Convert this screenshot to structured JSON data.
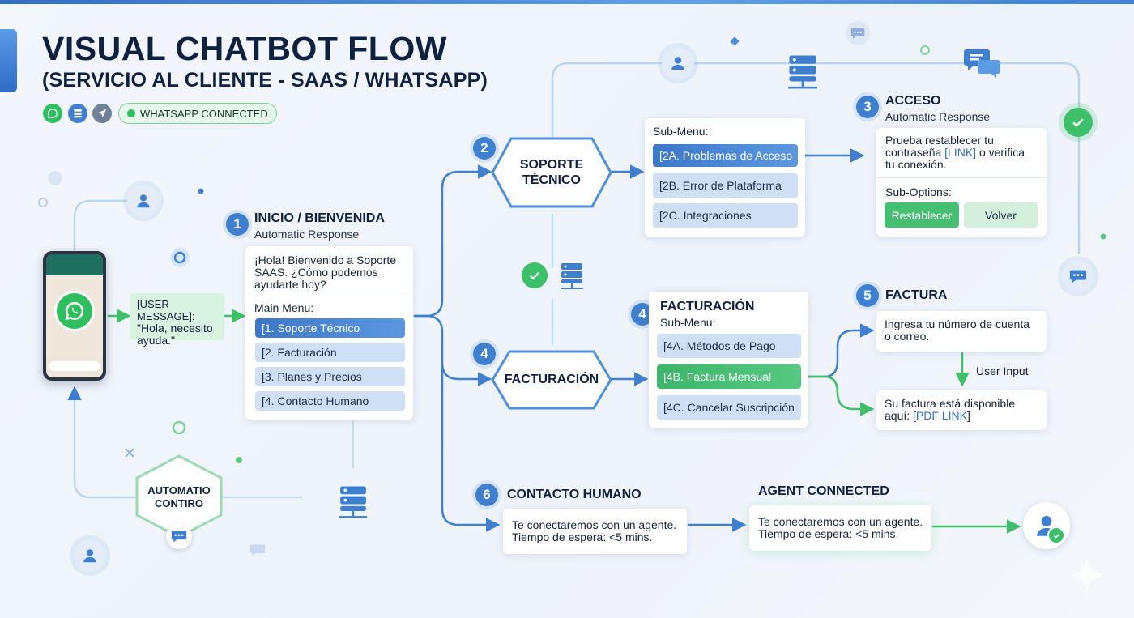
{
  "header": {
    "title": "VISUAL CHATBOT FLOW",
    "subtitle": "(SERVICIO AL CLIENTE - SAAS / WHATSAPP)",
    "status_pill": "WHATSAPP CONNECTED"
  },
  "user_message": {
    "text_1": "[USER MESSAGE]:",
    "text_2": "\"Hola, necesito",
    "text_3": "ayuda.\""
  },
  "automation_hub": {
    "line_1": "AUTOMATIO",
    "line_2": "CONTIRO"
  },
  "step1": {
    "number": "1",
    "title": "INICIO / BIENVENIDA",
    "subtitle": "Automatic Response",
    "greeting_1": "¡Hola! Bienvenido a Soporte",
    "greeting_2": "SAAS. ¿Cómo podemos",
    "greeting_3": "ayudarte hoy?",
    "menu_label": "Main Menu:",
    "menu": [
      "[1. Soporte Técnico",
      "[2. Facturación",
      "[3. Planes y Precios",
      "[4. Contacto Humano"
    ]
  },
  "soporte": {
    "number": "2",
    "hex_line_1": "SOPORTE",
    "hex_line_2": "TÉCNICO",
    "submenu_label": "Sub-Menu:",
    "submenu": [
      "[2A. Problemas de Acceso",
      "[2B. Error de Plataforma",
      "[2C. Integraciones"
    ]
  },
  "acceso": {
    "number": "3",
    "title": "ACCESO",
    "subtitle": "Automatic Response",
    "line_1": "Prueba restablecer tu",
    "line_2a": "contraseña ",
    "line_2_link": "[LINK]",
    "line_2b": " o verifica",
    "line_3": "tu conexión.",
    "suboptions_label": "Sub-Options:",
    "reset_button": "Restablecer",
    "back_button": "Volver"
  },
  "facturacion": {
    "number": "4",
    "hex_label": "FACTURACIÓN",
    "title": "FACTURACIÓN",
    "submenu_label": "Sub-Menu:",
    "submenu": [
      "[4A. Métodos de Pago",
      "[4B. Factura Mensual",
      "[4C. Cancelar Suscripción"
    ]
  },
  "factura": {
    "number": "5",
    "title": "FACTURA",
    "prompt_1": "Ingresa tu número de cuenta",
    "prompt_2": "o correo.",
    "user_input": "User Input",
    "result_1": "Su factura está disponible",
    "result_2a": "aquí: [",
    "result_link": "PDF LINK",
    "result_2b": "]"
  },
  "contacto": {
    "number": "6",
    "title": "CONTACTO HUMANO",
    "msg_1": "Te conectaremos con un agente.",
    "msg_2": "Tiempo de espera: <5 mins."
  },
  "agent": {
    "title": "AGENT CONNECTED",
    "msg_1": "Te conectaremos con un agente.",
    "msg_2": "Tiempo de espera: <5 mins."
  },
  "colors": {
    "primary_blue": "#3f7fd0",
    "accent_green": "#2fbf5f",
    "dark_text": "#0f2140",
    "menu_blue": "#cfe0f6"
  }
}
